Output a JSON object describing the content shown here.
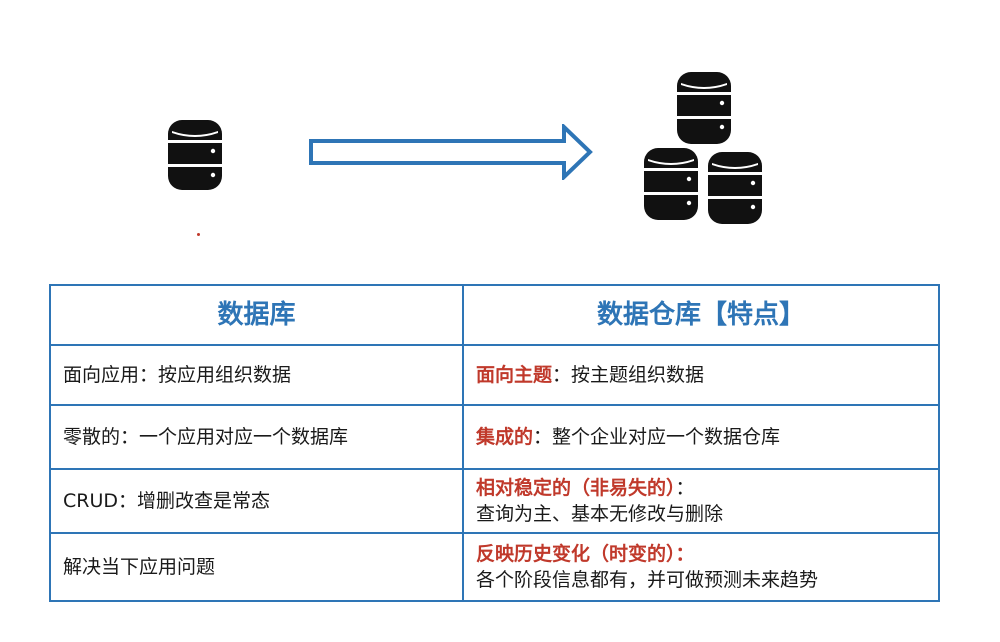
{
  "table": {
    "headers": {
      "left": "数据库",
      "right": "数据仓库【特点】"
    },
    "rows": [
      {
        "left": "面向应用：按应用组织数据",
        "right_highlight": "面向主题",
        "right_rest": "：按主题组织数据",
        "right_line2": ""
      },
      {
        "left": "零散的：一个应用对应一个数据库",
        "right_highlight": "集成的",
        "right_rest": "：整个企业对应一个数据仓库",
        "right_line2": ""
      },
      {
        "left": "CRUD：增删改查是常态",
        "right_highlight": "相对稳定的（非易失的）",
        "right_rest": "：",
        "right_line2": "查询为主、基本无修改与删除"
      },
      {
        "left": "解决当下应用问题",
        "right_highlight": "反映历史变化（时变的）：",
        "right_rest": "",
        "right_line2": "各个阶段信息都有，并可做预测未来趋势"
      }
    ]
  },
  "colors": {
    "border": "#2e75b6",
    "header_text": "#2e75b6",
    "highlight": "#c0392b",
    "arrow_stroke": "#2e75b6"
  },
  "icons": {
    "single": "database-icon",
    "stack": "database-stack-icon",
    "arrow": "right-arrow-icon"
  }
}
